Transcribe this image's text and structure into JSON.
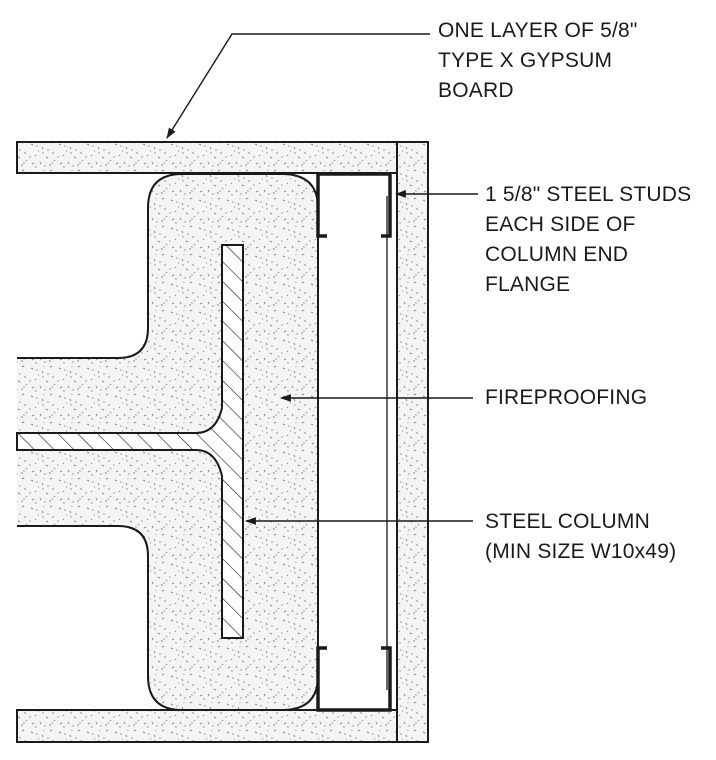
{
  "callouts": {
    "gypsum": {
      "lines": [
        "ONE LAYER OF 5/8\"",
        "TYPE X GYPSUM",
        "BOARD"
      ]
    },
    "studs": {
      "lines": [
        "1 5/8\" STEEL STUDS",
        "EACH SIDE OF",
        "COLUMN END",
        "FLANGE"
      ]
    },
    "fireproofing": {
      "lines": [
        "FIREPROOFING"
      ]
    },
    "column": {
      "lines": [
        "STEEL COLUMN",
        "(MIN SIZE W10x49)"
      ]
    }
  },
  "colors": {
    "line": "#1a1a1a",
    "fill": "#f4f4f4",
    "speckle": "#8a8a8a",
    "hatch": "#1a1a1a"
  }
}
